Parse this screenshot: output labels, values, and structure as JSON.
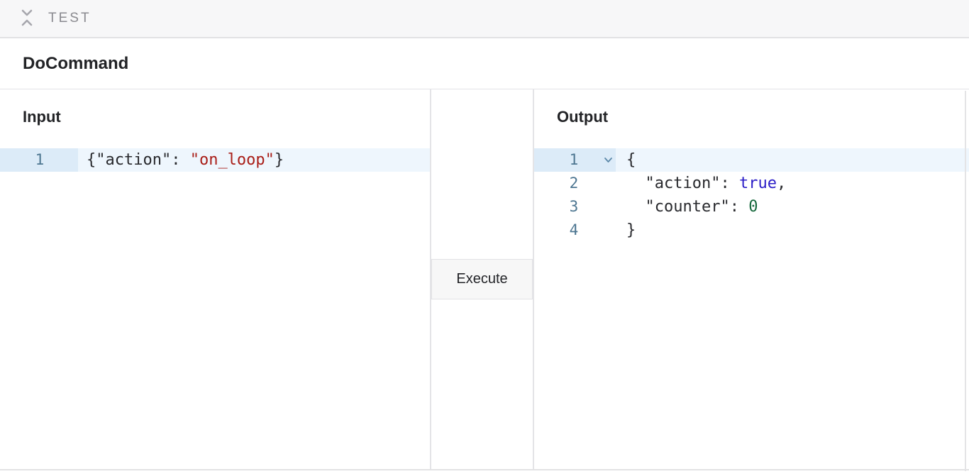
{
  "topbar": {
    "title": "TEST",
    "icon": "collapse-vertical-icon"
  },
  "command": {
    "title": "DoCommand"
  },
  "input_panel": {
    "heading": "Input",
    "editor": {
      "active_line": 1,
      "lines": [
        {
          "number": 1,
          "tokens": [
            {
              "t": "{\"action\": ",
              "c": "plain"
            },
            {
              "t": "\"on_loop\"",
              "c": "string"
            },
            {
              "t": "}",
              "c": "plain"
            }
          ]
        }
      ]
    }
  },
  "middle": {
    "execute_label": "Execute"
  },
  "output_panel": {
    "heading": "Output",
    "editor": {
      "active_line": 1,
      "lines": [
        {
          "number": 1,
          "fold": true,
          "fold_icon": "chevron-down-icon",
          "tokens": [
            {
              "t": "{",
              "c": "plain"
            }
          ]
        },
        {
          "number": 2,
          "tokens": [
            {
              "t": "  \"action\": ",
              "c": "plain"
            },
            {
              "t": "true",
              "c": "atom"
            },
            {
              "t": ",",
              "c": "plain"
            }
          ]
        },
        {
          "number": 3,
          "tokens": [
            {
              "t": "  \"counter\": ",
              "c": "plain"
            },
            {
              "t": "0",
              "c": "number"
            }
          ]
        },
        {
          "number": 4,
          "tokens": [
            {
              "t": "}",
              "c": "plain"
            }
          ]
        }
      ]
    }
  },
  "colors": {
    "active_line_bg": "#eef6fd",
    "active_gutter_bg": "#dcebf8",
    "line_number": "#4d7691",
    "code_default": "#28292d",
    "code_string": "#a91e18",
    "code_atom": "#2a1cc7",
    "code_number": "#15683c",
    "topbar_bg": "#f7f7f8",
    "border": "#e4e4e7",
    "muted_text": "#8a8a8f"
  }
}
